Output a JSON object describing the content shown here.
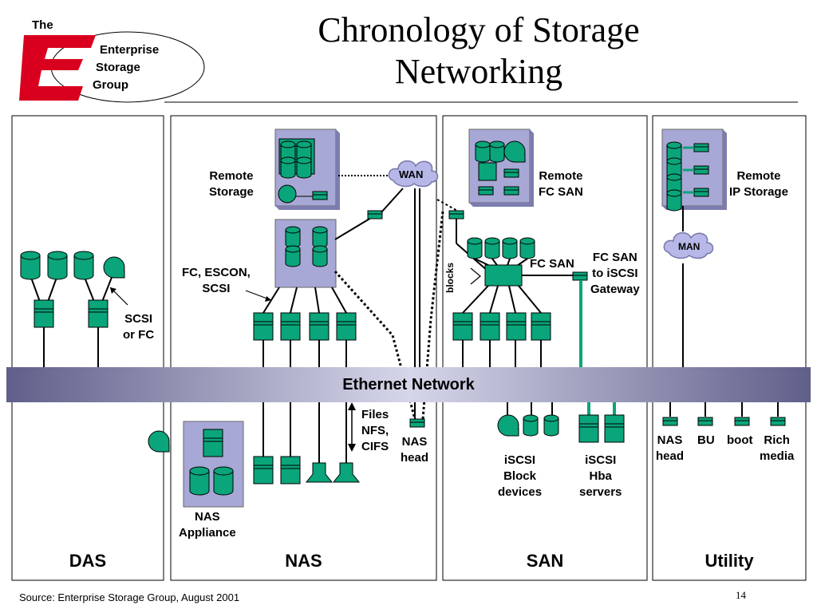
{
  "logo": {
    "the": "The",
    "line1": "Enterprise",
    "line2": "Storage",
    "line3": "Group"
  },
  "title": {
    "line1": "Chronology of Storage",
    "line2": "Networking"
  },
  "columns": {
    "das": "DAS",
    "nas": "NAS",
    "san": "SAN",
    "utility": "Utility"
  },
  "ethernet": "Ethernet Network",
  "clouds": {
    "wan": "WAN",
    "man": "MAN"
  },
  "labels": {
    "remote_storage": [
      "Remote",
      "Storage"
    ],
    "remote_fc_san": [
      "Remote",
      "FC SAN"
    ],
    "remote_ip_storage": [
      "Remote",
      "IP Storage"
    ],
    "fc_escon_scsi": [
      "FC, ESCON,",
      "SCSI"
    ],
    "scsi_or_fc": [
      "SCSI",
      "or FC"
    ],
    "fc_san": "FC SAN",
    "fc_san_gateway": [
      "FC SAN",
      "to iSCSI",
      "Gateway"
    ],
    "blocks": "blocks",
    "files": [
      "Files",
      "NFS,",
      "CIFS"
    ],
    "nas_head": [
      "NAS",
      "head"
    ],
    "nas_appliance": [
      "NAS",
      "Appliance"
    ],
    "iscsi_block": [
      "iSCSI",
      "Block",
      "devices"
    ],
    "iscsi_hba": [
      "iSCSI",
      "Hba",
      "servers"
    ],
    "util_nas_head": [
      "NAS",
      "head"
    ],
    "bu": "BU",
    "boot": "boot",
    "rich_media": [
      "Rich",
      "media"
    ]
  },
  "footer": "Source: Enterprise Storage Group, August 2001",
  "page_number": "14",
  "colors": {
    "device": "#0aa57a",
    "box": "#a8a8d6",
    "ethernet": "#6d6d9a",
    "logo_red": "#d8001e"
  }
}
